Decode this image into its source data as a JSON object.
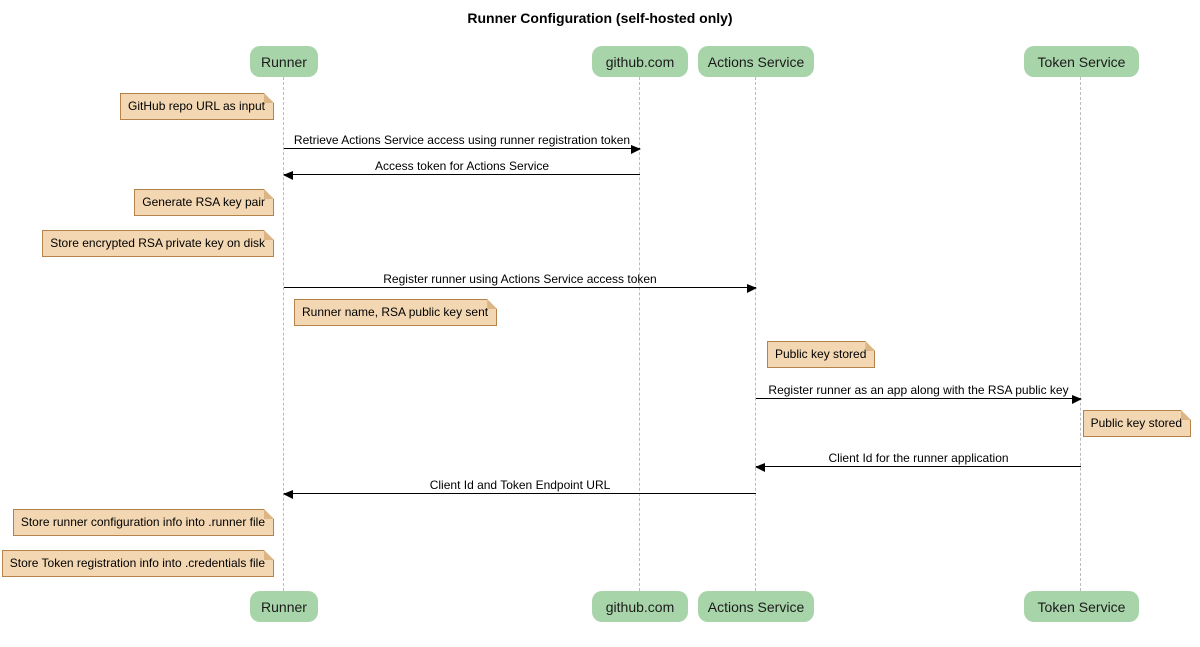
{
  "title": "Runner Configuration (self-hosted only)",
  "actors": [
    {
      "id": "runner",
      "label": "Runner"
    },
    {
      "id": "github",
      "label": "github.com"
    },
    {
      "id": "actions-service",
      "label": "Actions Service"
    },
    {
      "id": "token-service",
      "label": "Token Service"
    }
  ],
  "notes": [
    {
      "text": "GitHub repo URL as input",
      "actor": "Runner",
      "side": "left"
    },
    {
      "text": "Generate RSA key pair",
      "actor": "Runner",
      "side": "left"
    },
    {
      "text": "Store encrypted RSA private key on disk",
      "actor": "Runner",
      "side": "left"
    },
    {
      "text": "Runner name, RSA public key sent",
      "actor": "Runner",
      "side": "right"
    },
    {
      "text": "Public key stored",
      "actor": "Actions Service",
      "side": "right"
    },
    {
      "text": "Public key stored",
      "actor": "Token Service",
      "side": "right"
    },
    {
      "text": "Store runner configuration info into .runner file",
      "actor": "Runner",
      "side": "left"
    },
    {
      "text": "Store Token registration info into .credentials file",
      "actor": "Runner",
      "side": "left"
    }
  ],
  "messages": [
    {
      "label": "Retrieve Actions Service access using runner registration token",
      "from": "Runner",
      "to": "github.com"
    },
    {
      "label": "Access token for Actions Service",
      "from": "github.com",
      "to": "Runner"
    },
    {
      "label": "Register runner using Actions Service access token",
      "from": "Runner",
      "to": "Actions Service"
    },
    {
      "label": "Register runner as an app along with the RSA public key",
      "from": "Actions Service",
      "to": "Token Service"
    },
    {
      "label": "Client Id for the runner application",
      "from": "Token Service",
      "to": "Actions Service"
    },
    {
      "label": "Client Id and Token Endpoint URL",
      "from": "Actions Service",
      "to": "Runner"
    }
  ],
  "colors": {
    "actor_fill": "#a8d4aa",
    "note_fill": "#f2d7b2",
    "note_border": "#b5824a",
    "lifeline": "#bbbbbb",
    "message_line": "#000000",
    "background": "#ffffff"
  }
}
